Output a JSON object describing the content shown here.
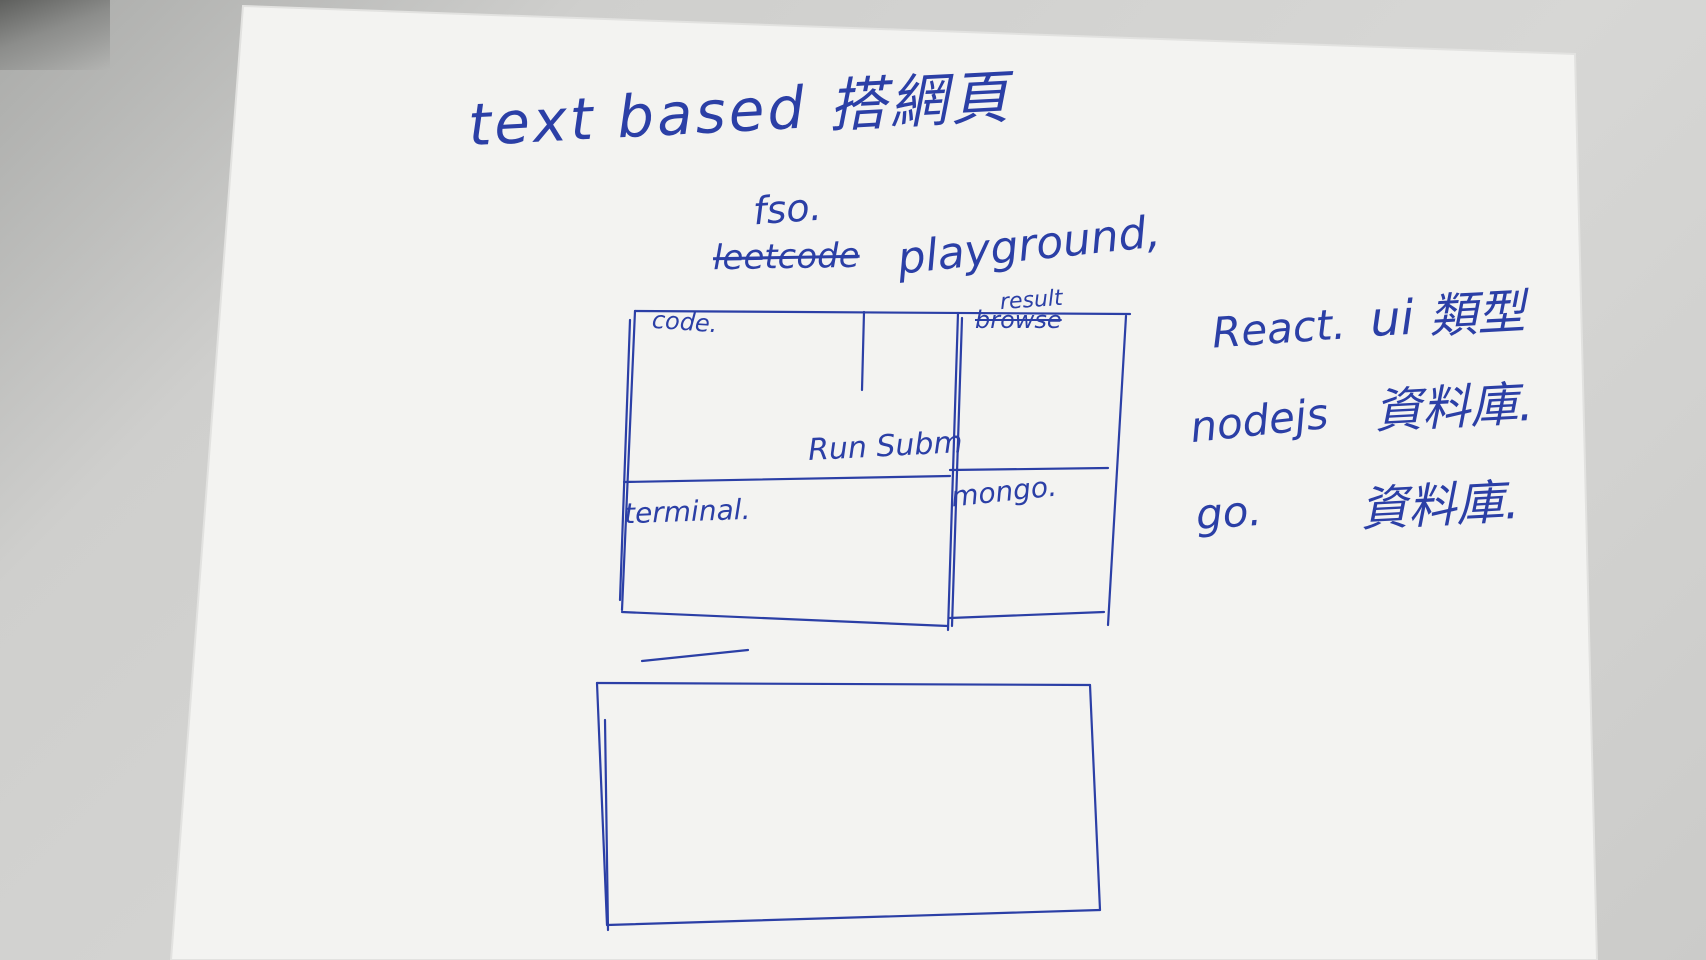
{
  "sketch": {
    "title": "text based 搭網頁",
    "fso": "fso.",
    "leetcode_struck": "leetcode",
    "playground": "playground,",
    "panels": {
      "code": "code.",
      "browse": "browse",
      "result": "result",
      "run_submit": "Run Subm",
      "terminal": "terminal.",
      "mongo": "mongo."
    },
    "stack": [
      {
        "tech": "React.",
        "note": "ui 類型"
      },
      {
        "tech": "nodejs",
        "note": "資料庫."
      },
      {
        "tech": "go.",
        "note": "資料庫."
      }
    ]
  },
  "colors": {
    "ink": "#2b3fa6",
    "paper": "#f4f4f2",
    "background": "#cfcfcd"
  }
}
